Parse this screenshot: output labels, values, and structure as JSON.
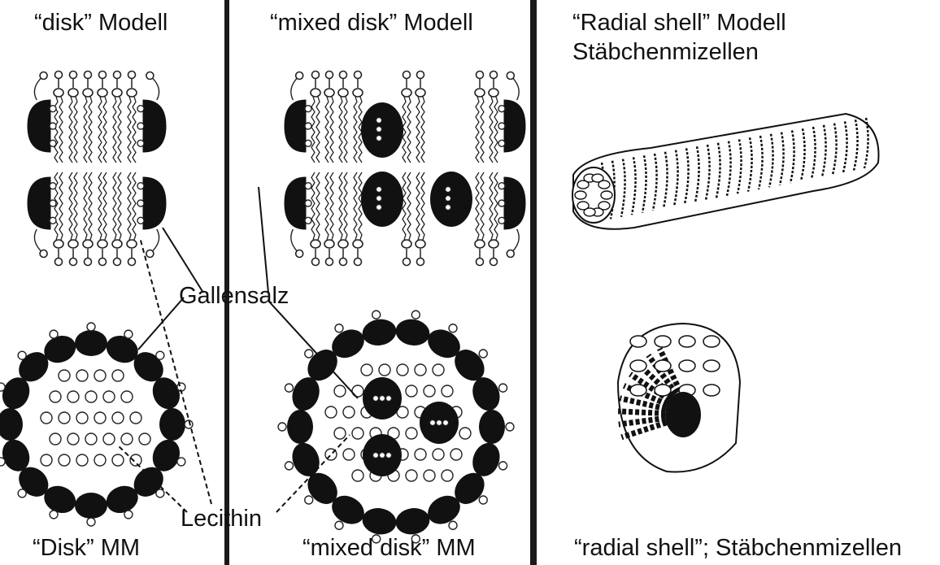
{
  "panels": {
    "disk": {
      "title": "“disk” Modell",
      "caption": "“Disk” MM"
    },
    "mixed": {
      "title": "“mixed disk” Modell",
      "caption": "“mixed disk” MM"
    },
    "radial": {
      "title_line1": "“Radial shell” Modell",
      "title_line2": "Stäbchenmizellen",
      "caption": "“radial shell”; Stäbchenmizellen"
    }
  },
  "labels": {
    "bile_salt": "Gallensalz",
    "lecithin": "Lecithin"
  }
}
